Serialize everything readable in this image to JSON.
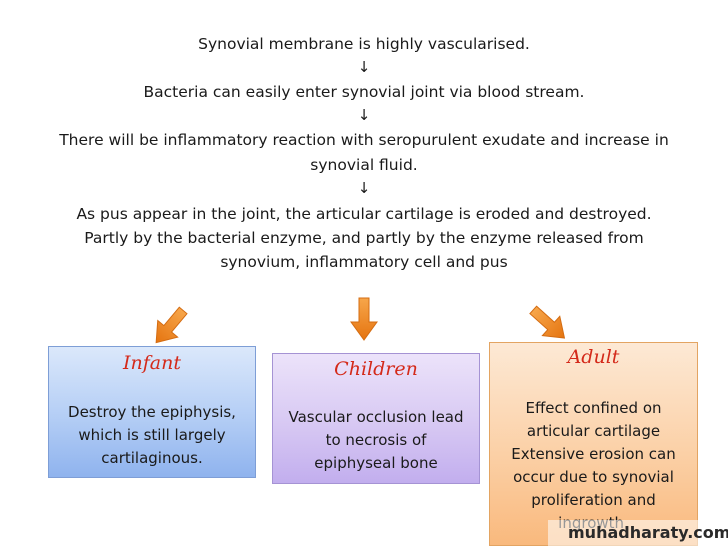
{
  "flow": {
    "line1": "Synovial membrane is highly vascularised.",
    "arrow": "↓",
    "line2": "Bacteria can easily enter synovial joint via blood stream.",
    "line3a": "There will be inflammatory reaction with seropurulent exudate and increase in",
    "line3b": "synovial fluid.",
    "line4a": "As pus appear in the joint, the articular cartilage is eroded and destroyed.",
    "line4b": "Partly by the bacterial enzyme, and partly by the enzyme released from",
    "line4c": "synovium, inflammatory cell and pus"
  },
  "boxes": {
    "infant": {
      "title": "Infant",
      "lines": [
        "Destroy the epiphysis,",
        "which is still largely",
        "cartilaginous."
      ]
    },
    "children": {
      "title": "Children",
      "lines": [
        "Vascular occlusion lead",
        "to necrosis of",
        "epiphyseal bone"
      ]
    },
    "adult": {
      "title": "Adult",
      "lines": [
        "Effect  confined on",
        "articular cartilage",
        "Extensive erosion can",
        "occur due to synovial",
        "proliferation and",
        "ingrowth."
      ]
    }
  },
  "colors": {
    "arrow_fill": "#f28a1e",
    "title_text": "#d42a1a"
  },
  "watermark": "muhadharaty.com"
}
